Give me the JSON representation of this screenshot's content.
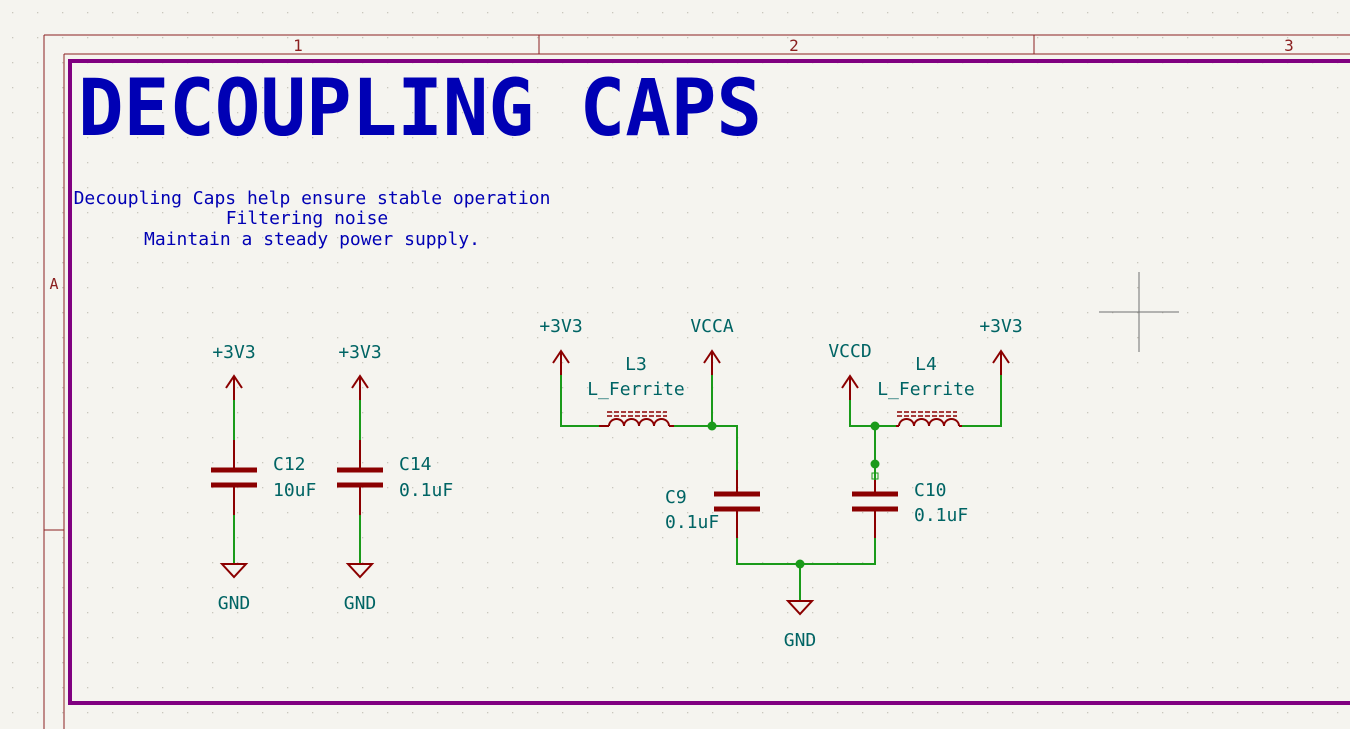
{
  "sheet": {
    "title": "DECOUPLING CAPS",
    "notes": [
      "Decoupling Caps help ensure stable operation",
      "Filtering noise",
      "Maintain a steady power supply."
    ],
    "column_labels": [
      "1",
      "2",
      "3"
    ],
    "row_labels": [
      "A"
    ]
  },
  "components": {
    "c12": {
      "ref": "C12",
      "value": "10uF",
      "power": "+3V3",
      "gnd": "GND"
    },
    "c14": {
      "ref": "C14",
      "value": "0.1uF",
      "power": "+3V3",
      "gnd": "GND"
    },
    "c9": {
      "ref": "C9",
      "value": "0.1uF"
    },
    "c10": {
      "ref": "C10",
      "value": "0.1uF"
    },
    "l3": {
      "ref": "L3",
      "value": "L_Ferrite"
    },
    "l4": {
      "ref": "L4",
      "value": "L_Ferrite"
    }
  },
  "nets": {
    "p3v3_a": "+3V3",
    "vcca": "VCCA",
    "vccd": "VCCD",
    "p3v3_b": "+3V3",
    "gnd_main": "GND"
  },
  "colors": {
    "background": "#f5f4ef",
    "grid_dot": "#c9c7bd",
    "frame": "#8b2020",
    "sheet_border": "#800080",
    "wire": "#1a9a1a",
    "component_body": "#8b0000",
    "power_symbol": "#8b0000",
    "net_label": "#006464",
    "title_text": "#0000b4",
    "junction": "#1a9a1a",
    "cursor": "#707070"
  }
}
